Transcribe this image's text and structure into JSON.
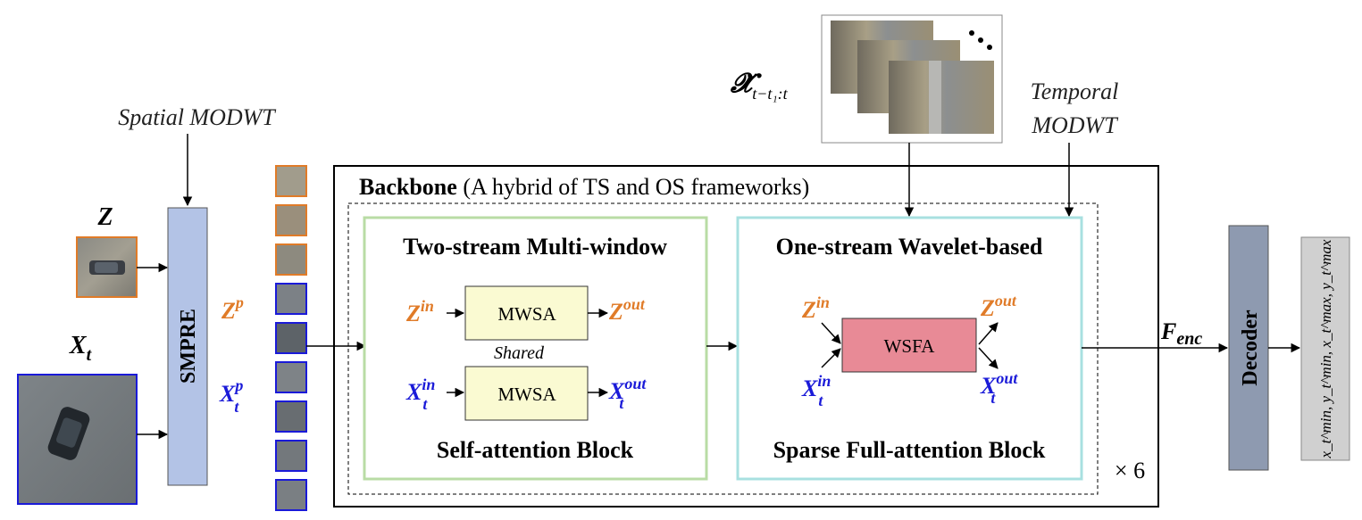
{
  "colors": {
    "template": "#e07b28",
    "search": "#1a1ad8",
    "smpre_fill": "#b3c3e6",
    "decoder_fill": "#8e9ab0",
    "output_fill": "#d0d0d0",
    "mwsa_fill": "#fafad2",
    "wsfa_fill": "#e88a96",
    "two_stream_border": "#b9dca5",
    "one_stream_border": "#a8e0e0"
  },
  "inputs": {
    "spatial_modwt": "Spatial MODWT",
    "z_label": "Z",
    "xt_base": "X",
    "xt_sub": "t"
  },
  "smpre": "SMPRE",
  "embeddings": {
    "zp_base": "Z",
    "zp_sup": "p",
    "xtp_base": "X",
    "xtp_sup": "p",
    "xtp_sub": "t"
  },
  "temporal": {
    "frames_label_base": "𝓧̆",
    "frames_label_sub": "t−t₁:t",
    "modwt_line1": "Temporal",
    "modwt_line2": "MODWT"
  },
  "backbone": {
    "title_bold": "Backbone",
    "title_rest": " (A hybrid of TS and OS frameworks)",
    "repeat": "× 6"
  },
  "two_stream": {
    "title": "Two-stream Multi-window",
    "module": "MWSA",
    "shared": "Shared",
    "footer": "Self-attention Block",
    "in_base": "Z",
    "in_sup": "in",
    "out_base": "Z",
    "out_sup": "out",
    "xin_base": "X",
    "xin_sup": "in",
    "xin_sub": "t",
    "xout_base": "X",
    "xout_sup": "out",
    "xout_sub": "t"
  },
  "one_stream": {
    "title": "One-stream Wavelet-based",
    "module": "WSFA",
    "footer": "Sparse Full-attention Block",
    "in_base": "Z",
    "in_sup": "in",
    "out_base": "Z",
    "out_sup": "out",
    "xin_base": "X",
    "xin_sup": "in",
    "xin_sub": "t",
    "xout_base": "X",
    "xout_sup": "out",
    "xout_sub": "t"
  },
  "fenc": {
    "base": "F",
    "sub": "enc"
  },
  "decoder": "Decoder",
  "output": "x_t^min, y_t^min, x_t^max, y_t^max"
}
